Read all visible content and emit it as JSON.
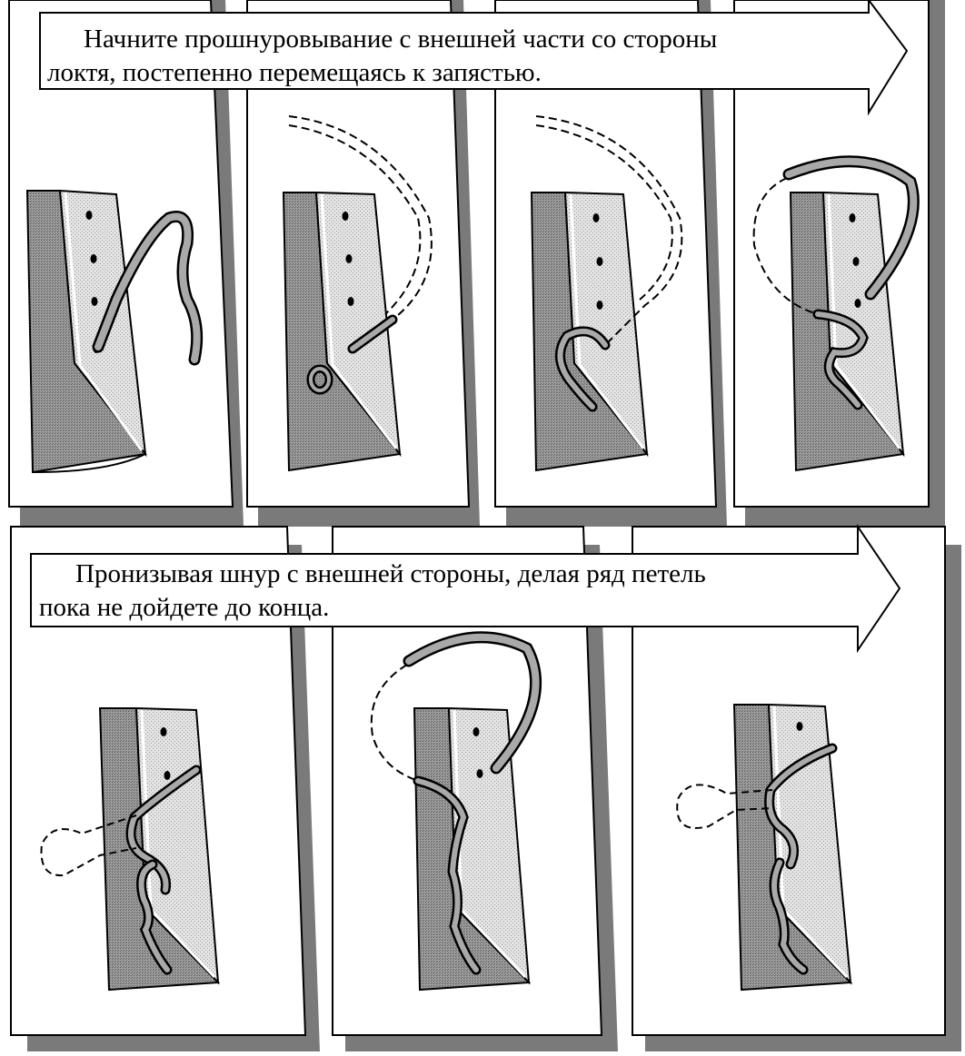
{
  "instructions": {
    "step_1": {
      "line_1": "Начните прошнуровывание с внешней части со стороны",
      "line_2": "локтя, постепенно перемещаясь к запястью."
    },
    "step_2": {
      "line_1": "Пронизывая шнур с внешней стороны, делая ряд петель",
      "line_2": "пока не дойдете до конца."
    }
  },
  "colors": {
    "outline": "#000000",
    "panel_fill": "#ffffff",
    "panel_shadow": "#7a7a7a",
    "dark_leather": "#8c8c8c",
    "light_leather": "#d6d6d6",
    "lace": "#a9a9a9"
  }
}
